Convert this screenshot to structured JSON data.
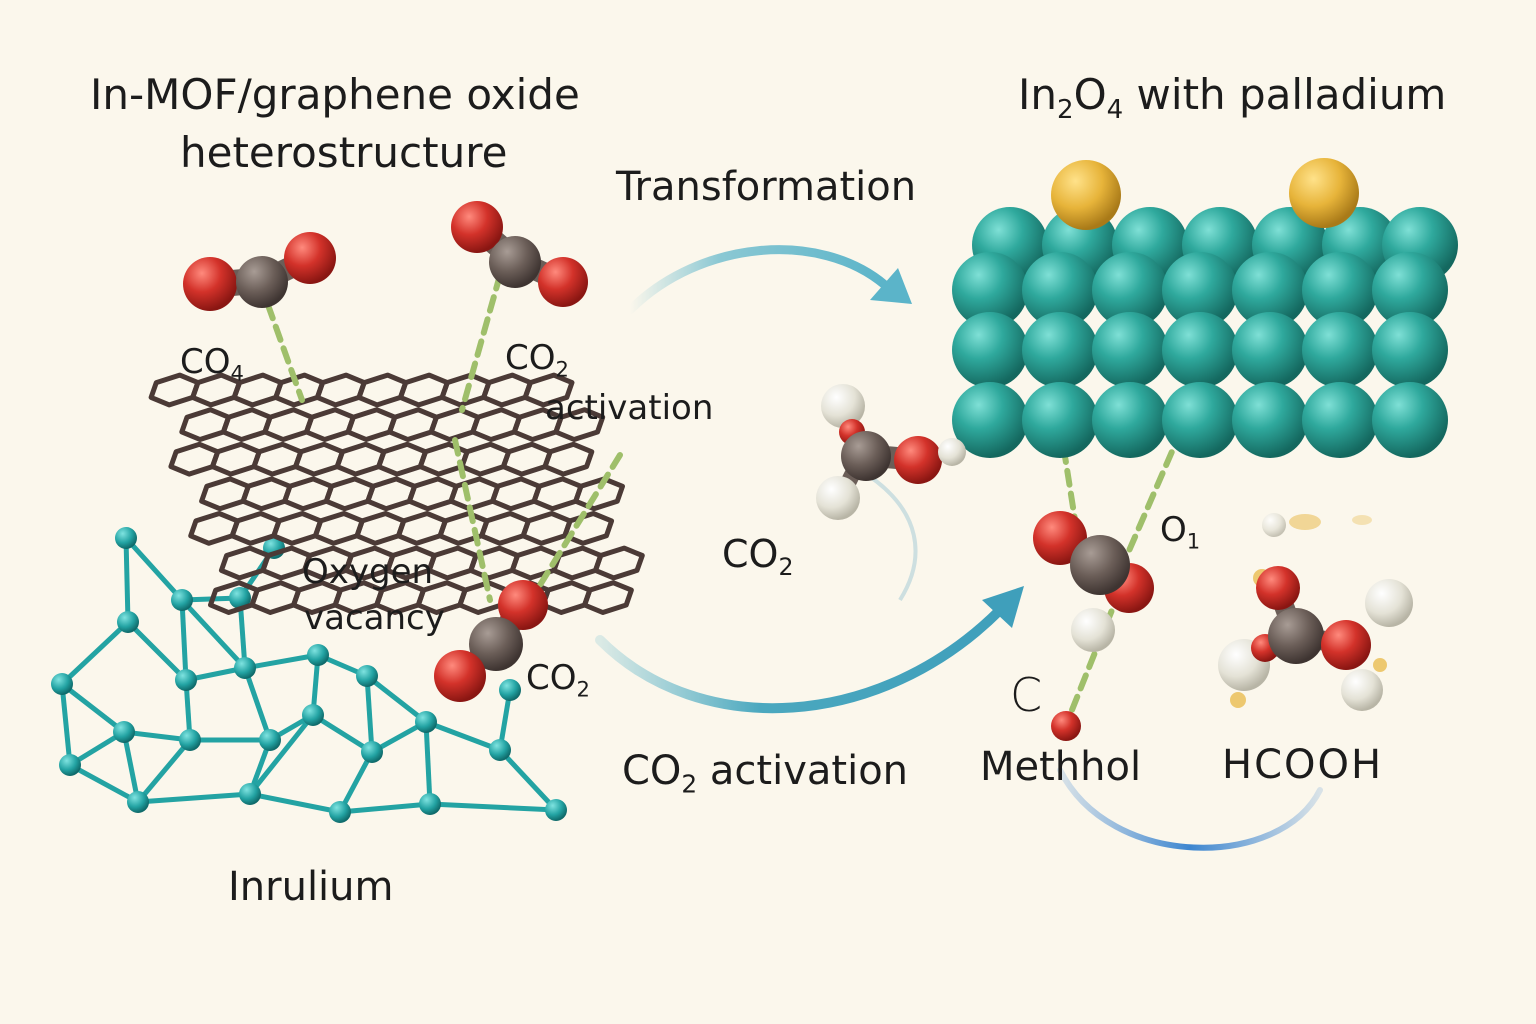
{
  "left_title_line1": "In-MOF/graphene oxide",
  "left_title_line2": "heterostructure",
  "right_title_main": "In",
  "right_title_sub1": "2",
  "right_title_mid": "O",
  "right_title_sub2": "4",
  "right_title_tail": " with palladium",
  "transformation_label": "Transformation",
  "co4_main": "CO",
  "co4_sub": "4",
  "co2_activation_top_main": "CO",
  "co2_activation_top_sub": "2",
  "co2_activation_top_line2": "activation",
  "oxygen_vacancy_line1": "Oxygen",
  "oxygen_vacancy_line2": "vacancy",
  "co2_mid_main": "CO",
  "co2_mid_sub": "2",
  "co2_center_main": "CO",
  "co2_center_sub": "2",
  "co2_activation_bottom_main": "CO",
  "co2_activation_bottom_sub": "2",
  "co2_activation_bottom_tail": " activation",
  "o1_main": "O",
  "o1_sub": "1",
  "c_label": "C",
  "methhol_label": "Methhol",
  "hcooh_label": "HCOOH",
  "inrulium_label": "Inrulium",
  "colors": {
    "background": "#fbf7ec",
    "teal_sphere": "#2fa99d",
    "palladium": "#e7b43a",
    "oxygen": "#d3322a",
    "carbon": "#6b5e58",
    "hydrogen": "#e8e6da",
    "graphene": "#4b3a36",
    "mof_teal": "#23a3a3",
    "arrow": "#5bb4c9",
    "dashed": "#9fbf6a"
  }
}
